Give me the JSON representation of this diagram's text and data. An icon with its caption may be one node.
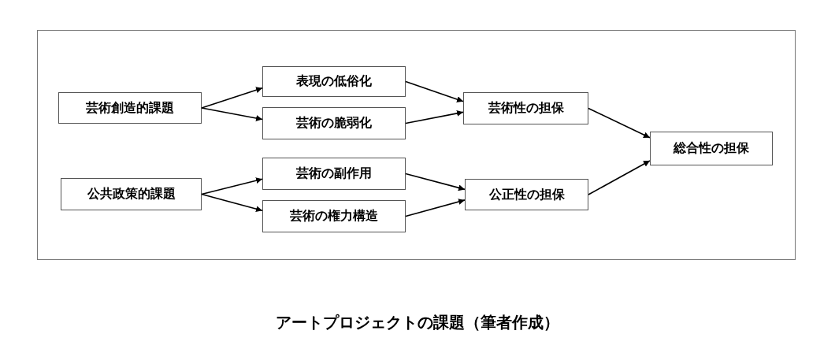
{
  "diagram": {
    "caption": "アートプロジェクトの課題（筆者作成）",
    "nodes": [
      {
        "text": [
          "芸術創造的課題"
        ]
      },
      {
        "text": [
          "表現の低俗化"
        ]
      },
      {
        "text": [
          "芸術の脆弱化"
        ]
      },
      {
        "text": [
          "芸術性の担保"
        ]
      },
      {
        "text": [
          "総合性の担保"
        ]
      },
      {
        "text": [
          "公共政策的課題"
        ]
      },
      {
        "text": [
          "芸術の副作用"
        ]
      },
      {
        "text": [
          "芸術の権力構造"
        ]
      },
      {
        "text": [
          "公正性の担保"
        ]
      }
    ],
    "edges": [
      {
        "from": 0,
        "to": 1,
        "arrow": "to"
      },
      {
        "from": 0,
        "to": 2,
        "arrow": "to"
      },
      {
        "from": 1,
        "to": 3,
        "arrow": "to"
      },
      {
        "from": 2,
        "to": 3,
        "arrow": "to"
      },
      {
        "from": 5,
        "to": 6,
        "arrow": "to"
      },
      {
        "from": 5,
        "to": 7,
        "arrow": "to"
      },
      {
        "from": 6,
        "to": 8,
        "arrow": "to"
      },
      {
        "from": 7,
        "to": 8,
        "arrow": "to"
      },
      {
        "from": 3,
        "to": 4,
        "arrow": "to"
      },
      {
        "from": 8,
        "to": 4,
        "arrow": "to"
      }
    ]
  }
}
